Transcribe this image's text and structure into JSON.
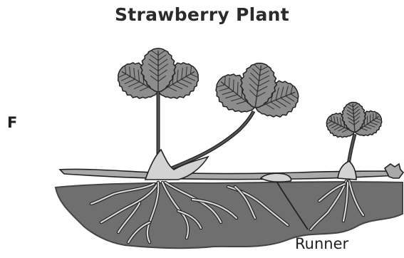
{
  "diagram": {
    "title": "Strawberry Plant",
    "side_label": "F",
    "labels": {
      "runner": "Runner"
    }
  },
  "colors": {
    "soil": "#6f6f6f",
    "soil_edge": "#444444",
    "leaf_fill": "#8d8d8d",
    "leaf_vein": "#2f2f2f",
    "stem": "#555555",
    "runner_fill": "#a9a9a9",
    "crown": "#d3d3d3",
    "root": "#d9d9d9",
    "outline": "#222222"
  }
}
